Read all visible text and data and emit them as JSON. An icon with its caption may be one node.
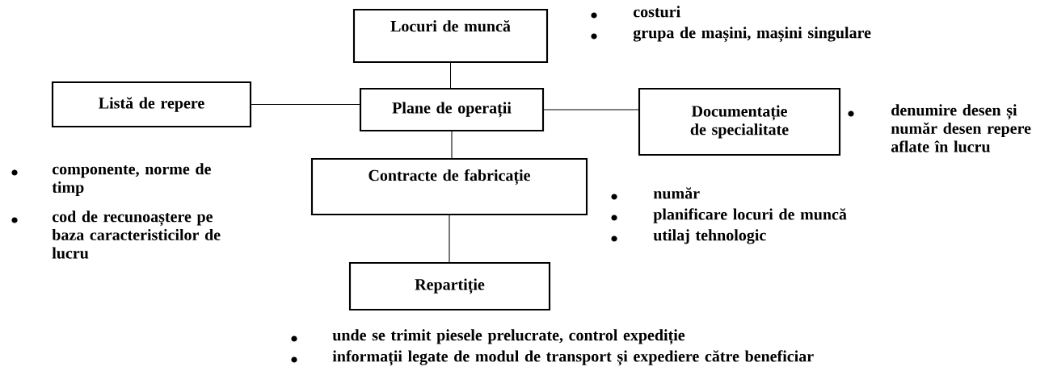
{
  "diagram": {
    "nodes": [
      {
        "text": [
          "Locuri de muncă"
        ],
        "beside": [
          "costuri",
          "grupa de mașini, mașini singulare"
        ]
      },
      {
        "text": [
          "Listă de repere"
        ],
        "beside": [
          "componente, norme de timp",
          "cod de recunoaștere pe baza caracteristicilor de lucru"
        ]
      },
      {
        "text": [
          "Plane de operații"
        ]
      },
      {
        "text": [
          "Documentație de specialitate"
        ],
        "beside": [
          "denumire desen și număr desen repere aflate în lucru"
        ]
      },
      {
        "text": [
          "Contracte de fabricație"
        ],
        "beside": [
          "număr",
          "planificare locuri de muncă",
          "utilaj tehnologic"
        ]
      },
      {
        "text": [
          "Repartiție"
        ],
        "beside": [
          "unde se trimit piesele prelucrate, control expediție",
          "informații legate de modul de transport și expediere către beneficiar"
        ]
      }
    ],
    "edges": [
      {
        "from": 0,
        "to": 2,
        "arrow": "none"
      },
      {
        "from": 1,
        "to": 2,
        "arrow": "none"
      },
      {
        "from": 2,
        "to": 3,
        "arrow": "none"
      },
      {
        "from": 2,
        "to": 4,
        "arrow": "none"
      },
      {
        "from": 4,
        "to": 5,
        "arrow": "none"
      }
    ]
  }
}
